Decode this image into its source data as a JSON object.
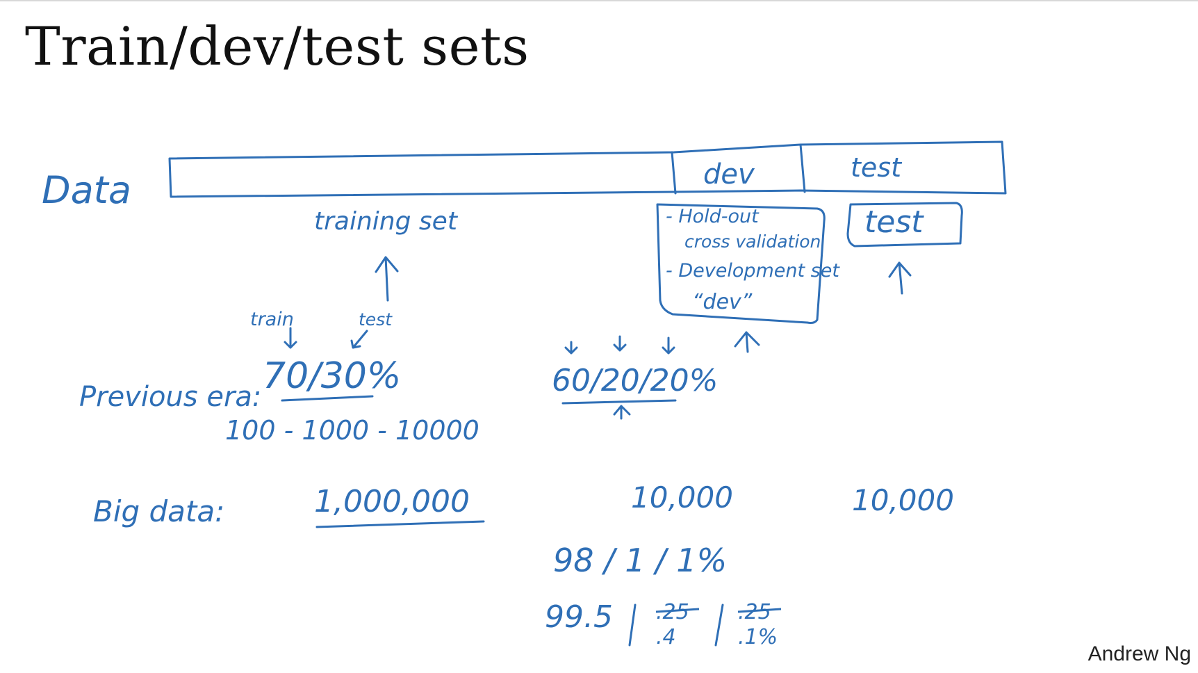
{
  "title": "Train/dev/test sets",
  "author": "Andrew Ng",
  "diagram": {
    "data_label": "Data",
    "bar_dev_label": "dev",
    "bar_test_label": "test",
    "training_set_label": "training set",
    "holdout_line1": "- Hold-out",
    "holdout_line2": "cross validation",
    "holdout_line3": "- Development set",
    "holdout_line4": "“dev”",
    "test_box_label": "test",
    "train_annotation": "train",
    "test_annotation": "test"
  },
  "previous_era": {
    "label": "Previous era:",
    "split_two": "70/30%",
    "split_three": "60/20/20%",
    "sizes": "100 - 1000 - 10000"
  },
  "big_data": {
    "label": "Big data:",
    "train_count": "1,000,000",
    "dev_count": "10,000",
    "test_count": "10,000",
    "split_98": "98 / 1 / 1%",
    "split_995_main": "99.5",
    "split_995_dev_crossed": ".25",
    "split_995_dev": ".4",
    "split_995_test_crossed": ".25",
    "split_995_test": ".1%"
  },
  "ink_color": "#2f6fb6"
}
